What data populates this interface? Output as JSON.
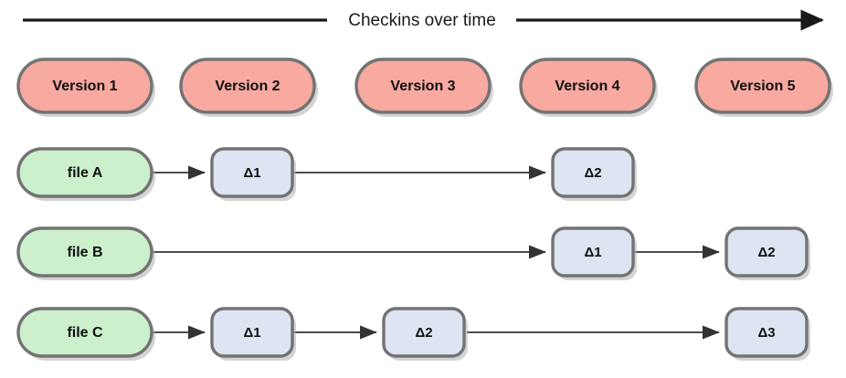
{
  "diagram": {
    "title": "Checkins over time",
    "background_color": "#ffffff",
    "colors": {
      "version_fill": "#f8a9a0",
      "file_fill": "#ccf0cc",
      "delta_fill": "#dde5f2",
      "node_stroke": "#737373",
      "line": "#4d4d4d",
      "axis": "#1a1a1a",
      "text": "#111111"
    },
    "timeline": {
      "label": "Checkins over time",
      "arrow_direction": "right"
    },
    "versions": [
      {
        "label": "Version 1"
      },
      {
        "label": "Version 2"
      },
      {
        "label": "Version 3"
      },
      {
        "label": "Version 4"
      },
      {
        "label": "Version 5"
      }
    ],
    "rows": [
      {
        "file_label": "file A",
        "nodes": [
          {
            "label": "Δ1",
            "version": "Version 2"
          },
          {
            "label": "Δ2",
            "version": "Version 4"
          }
        ]
      },
      {
        "file_label": "file B",
        "nodes": [
          {
            "label": "Δ1",
            "version": "Version 4"
          },
          {
            "label": "Δ2",
            "version": "Version 5"
          }
        ]
      },
      {
        "file_label": "file C",
        "nodes": [
          {
            "label": "Δ1",
            "version": "Version 2"
          },
          {
            "label": "Δ2",
            "version": "Version 3"
          },
          {
            "label": "Δ3",
            "version": "Version 5"
          }
        ]
      }
    ]
  }
}
